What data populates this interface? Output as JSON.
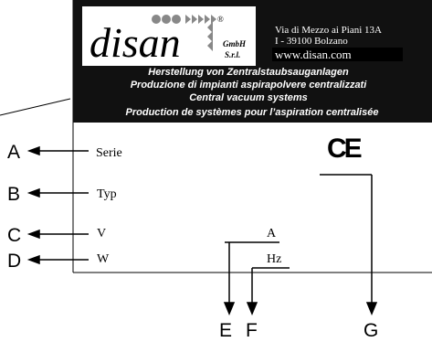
{
  "header": {
    "brand": "disan",
    "registered_mark": "®",
    "company_form_line1": "GmbH",
    "company_form_line2": "S.r.l.",
    "address_line1": "Via di Mezzo ai Piani 13A",
    "address_line2": "I - 39100 Bolzano",
    "website": "www.disan.com",
    "tagline_de": "Herstellung von Zentralstaubsauganlagen",
    "tagline_it": "Produzione di impianti aspirapolvere centralizzati",
    "tagline_en": "Central vacuum systems",
    "tagline_fr": "Production de systèmes pour l’aspiration centralisée"
  },
  "plate_fields": {
    "serie": "Serie",
    "typ": "Typ",
    "v": "V",
    "w": "W",
    "a": "A",
    "hz": "Hz",
    "ce_mark": "CE"
  },
  "callouts": {
    "a": "A",
    "b": "B",
    "c": "C",
    "d": "D",
    "e": "E",
    "f": "F",
    "g": "G"
  },
  "colors": {
    "header_background": "#111111",
    "header_text": "#ffffff",
    "logo_panel": "#ffffff",
    "line": "#000000"
  }
}
